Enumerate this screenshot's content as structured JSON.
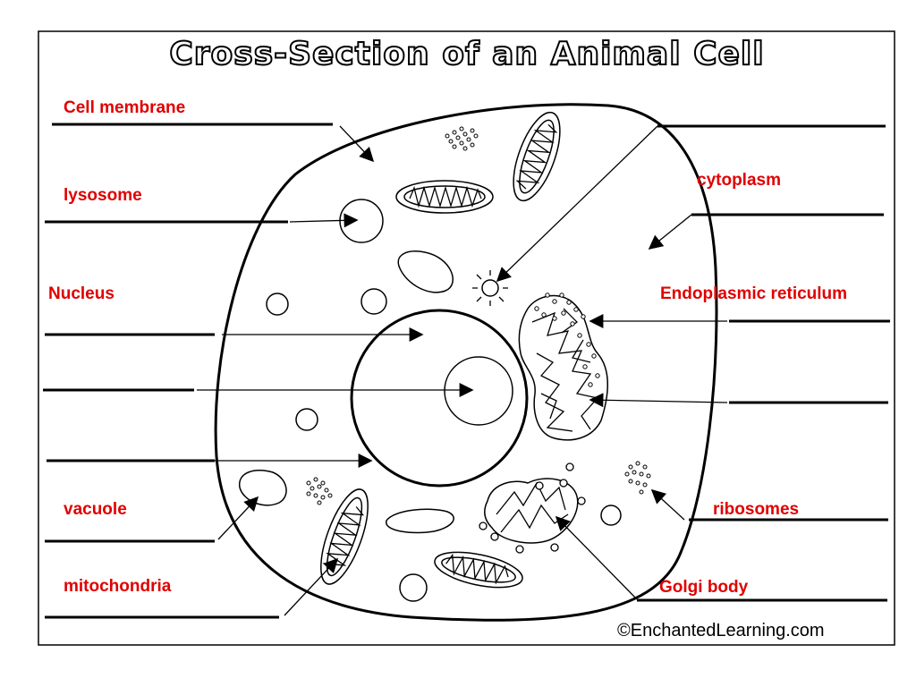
{
  "title": "Cross-Section of an Animal Cell",
  "copyright": "©EnchantedLearning.com",
  "labels": {
    "cell_membrane": "Cell membrane",
    "lysosome": "lysosome",
    "nucleus": "Nucleus",
    "vacuole": "vacuole",
    "mitochondria": "mitochondria",
    "cytoplasm": "cytoplasm",
    "endoplasmic_reticulum": "Endoplasmic reticulum",
    "ribosomes": "ribosomes",
    "golgi_body": "Golgi body"
  }
}
